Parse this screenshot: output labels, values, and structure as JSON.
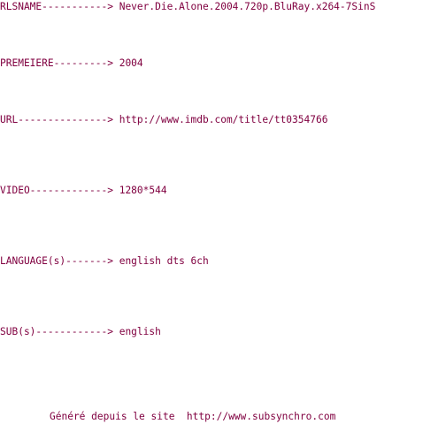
{
  "lines": {
    "rlsname": "RLSNAME-----------> Never.Die.Alone.2004.720p.BluRay.x264-7SinS",
    "premiere": "PREMEIERE---------> 2004",
    "url": "URL---------------> http://www.imdb.com/title/tt0354766",
    "video": "VIDEO-------------> 1280*544",
    "language": "LANGUAGE(s)-------> english dts 6ch",
    "sub": "SUB(s)------------> english"
  },
  "footer": "Généré depuis le site  http://www.subsynchro.com"
}
